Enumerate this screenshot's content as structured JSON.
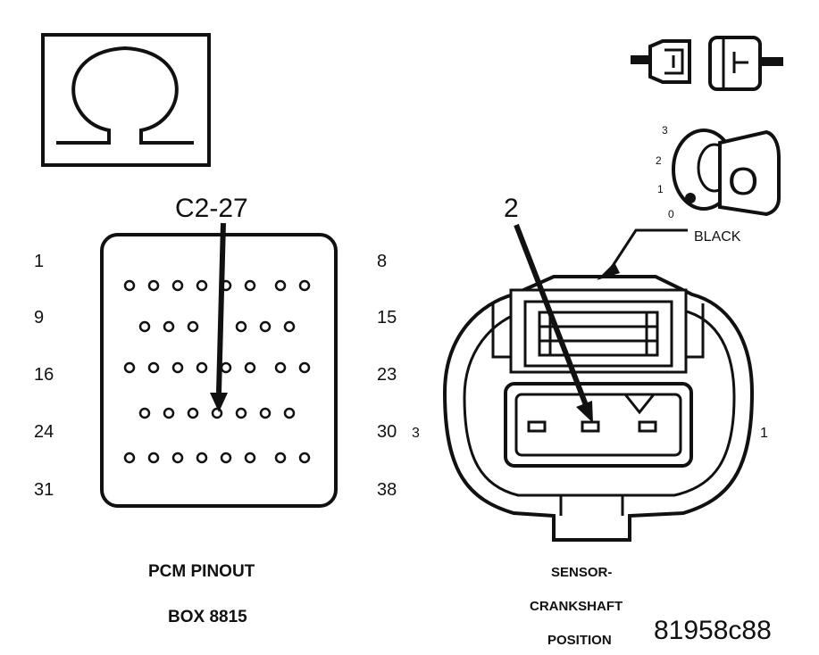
{
  "meter": {
    "icon": "ohm-symbol-icon"
  },
  "pcm": {
    "callout": "C2-27",
    "row_labels_left": [
      "1",
      "9",
      "16",
      "24",
      "31"
    ],
    "row_labels_right": [
      "8",
      "15",
      "23",
      "30",
      "38"
    ],
    "caption_line1": "PCM PINOUT",
    "caption_line2": "BOX 8815"
  },
  "sensor": {
    "callout": "2",
    "pin_left": "3",
    "pin_right": "1",
    "color_label": "BLACK",
    "caption_line1": "SENSOR-",
    "caption_line2": "CRANKSHAFT",
    "caption_line3": "POSITION"
  },
  "ignition": {
    "positions": [
      "3",
      "2",
      "1",
      "0"
    ],
    "key_label": "O",
    "connector_icon": "connector-disconnect-icon",
    "key_icon": "ignition-key-icon"
  },
  "figure_id": "81958c88"
}
